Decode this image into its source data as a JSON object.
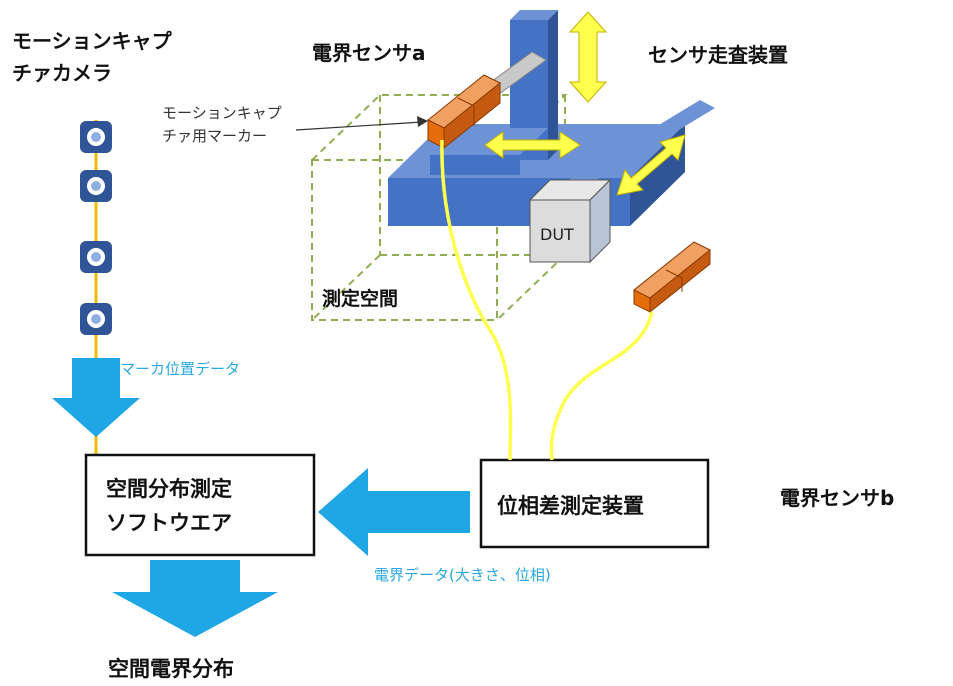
{
  "labels": {
    "camera_line1": "モーションキャプ",
    "camera_line2": "チァカメラ",
    "sensor_a": "電界センサa",
    "scanner": "センサ走査装置",
    "marker_line1": "モーションキャプ",
    "marker_line2": "チァ用マーカー",
    "dut": "DUT",
    "measure_space": "測定空間",
    "marker_data": "マーカ位置データ",
    "software_line1": "空間分布測定",
    "software_line2": "ソフトウエア",
    "phase_device": "位相差測定装置",
    "sensor_b": "電界センサb",
    "field_data": "電界データ(大きさ、位相)",
    "output": "空間電界分布"
  },
  "colors": {
    "blue_block": "#4472c4",
    "blue_dark": "#2f5597",
    "orange_sensor": "#e46c0a",
    "yellow_cable": "#ffff4d",
    "cyan_arrow": "#1ea7e4",
    "dashed_green": "#8fae4f",
    "camera_line": "#f5b800"
  }
}
